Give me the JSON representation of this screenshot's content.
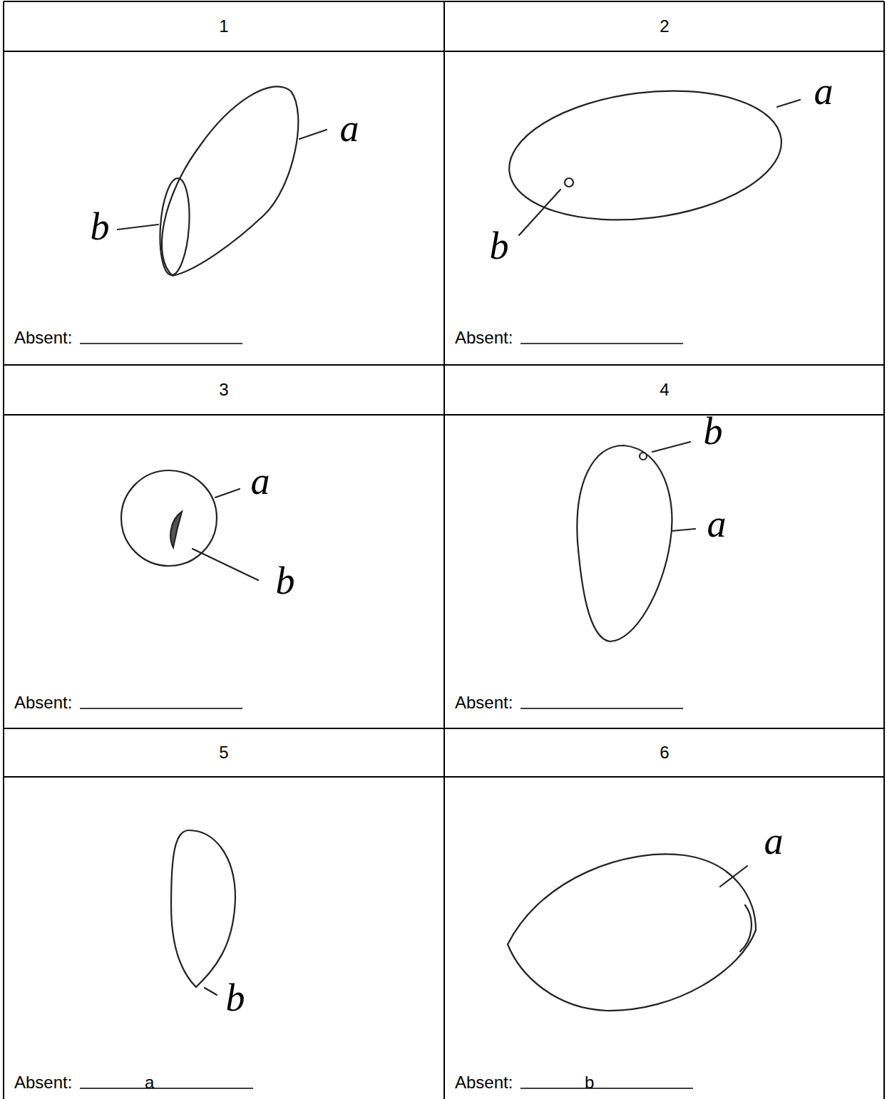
{
  "diagram": {
    "labels": [
      "1",
      "2",
      "a",
      "b",
      "Absent:",
      "a",
      "b",
      "Absent:",
      "3",
      "4",
      "a",
      "b",
      "Absent:",
      "b",
      "a",
      "Absent:",
      "5",
      "6",
      "b",
      "Absent:",
      "a",
      "a",
      "Absent:",
      "b"
    ]
  }
}
